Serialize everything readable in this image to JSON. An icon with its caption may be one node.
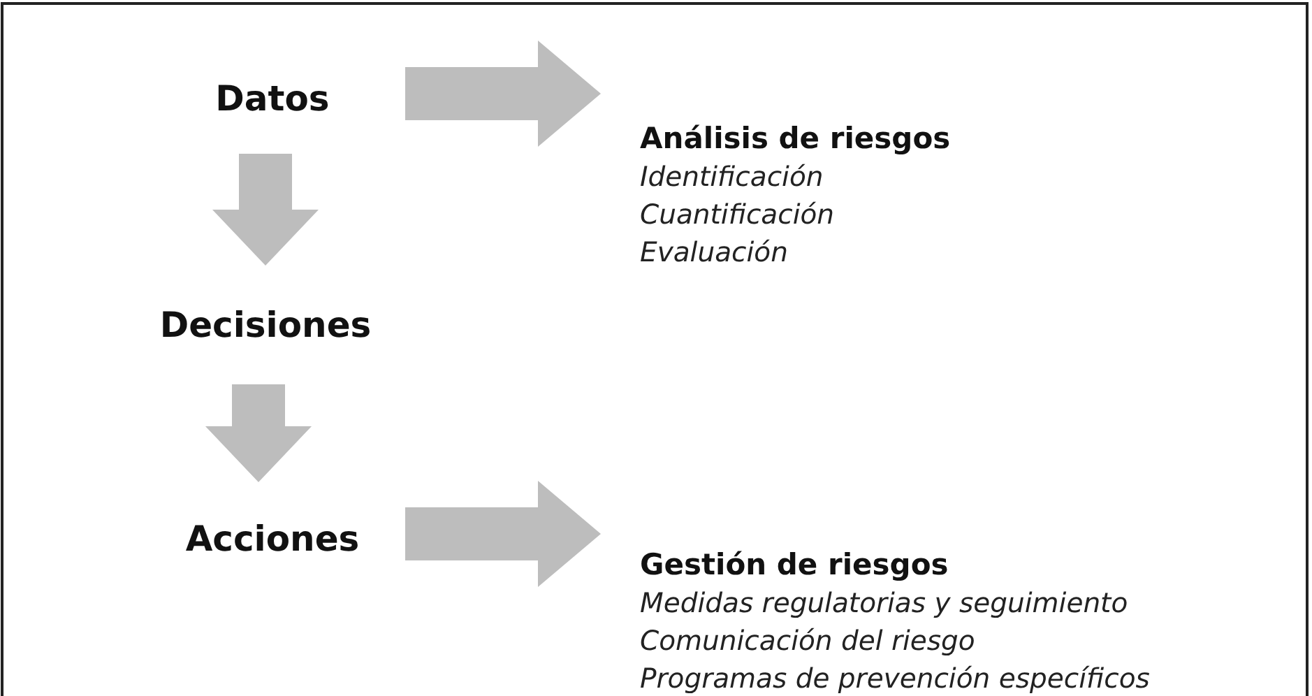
{
  "diagram": {
    "nodes": [
      {
        "text": [
          "Datos"
        ]
      },
      {
        "text": [
          "Decisiones"
        ]
      },
      {
        "text": [
          "Acciones"
        ]
      },
      {
        "text": [
          "Análisis de riesgos",
          "Identificación",
          "Cuantificación",
          "Evaluación"
        ]
      },
      {
        "text": [
          "Gestión de riesgos",
          "Medidas regulatorias y seguimiento",
          "Comunicación del riesgo",
          "Programas de prevención específicos"
        ]
      }
    ],
    "edges": [
      {
        "from": 0,
        "to": 3,
        "arrow": "to"
      },
      {
        "from": 0,
        "to": 1,
        "arrow": "to"
      },
      {
        "from": 1,
        "to": 2,
        "arrow": "to"
      },
      {
        "from": 2,
        "to": 4,
        "arrow": "to"
      }
    ]
  }
}
